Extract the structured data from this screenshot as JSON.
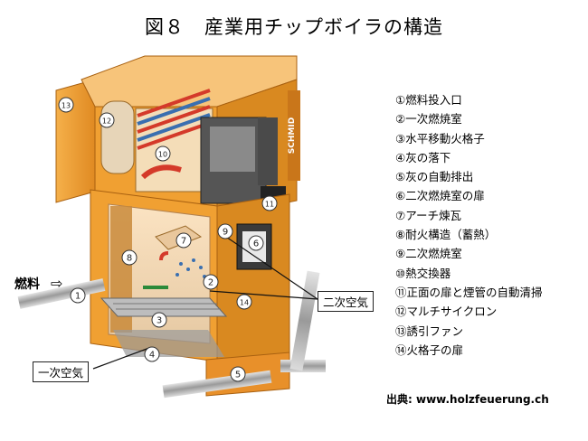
{
  "title": "図８　産業用チップボイラの構造",
  "legend": [
    "①燃料投入口",
    "②一次燃焼室",
    "③水平移動火格子",
    "④灰の落下",
    "⑤灰の自動排出",
    "⑥二次燃焼室の扉",
    "⑦アーチ煉瓦",
    "⑧耐火構造（蓄熱）",
    "⑨二次燃焼室",
    "⑩熱交換器",
    "⑪正面の扉と煙管の自動清掃",
    "⑫マルチサイクロン",
    "⑬誘引ファン",
    "⑭火格子の扉"
  ],
  "callouts": {
    "fuel": "燃料",
    "fuel_arrow": "⇨",
    "secondary_air": "二次空気",
    "primary_air": "一次空気"
  },
  "brand": "SCHMID",
  "markers": [
    "1",
    "2",
    "3",
    "4",
    "5",
    "6",
    "7",
    "8",
    "9",
    "10",
    "11",
    "12",
    "13",
    "14"
  ],
  "source": "出典: www.holzfeuerung.ch",
  "colors": {
    "body_orange": "#f0a032",
    "dark_orange": "#c9761a",
    "light_orange": "#f7c47a",
    "firebrick": "#c98a3a",
    "heat_red": "#d43a2a",
    "cold_blue": "#3a6fb0",
    "marker_fill": "#ffffff"
  }
}
